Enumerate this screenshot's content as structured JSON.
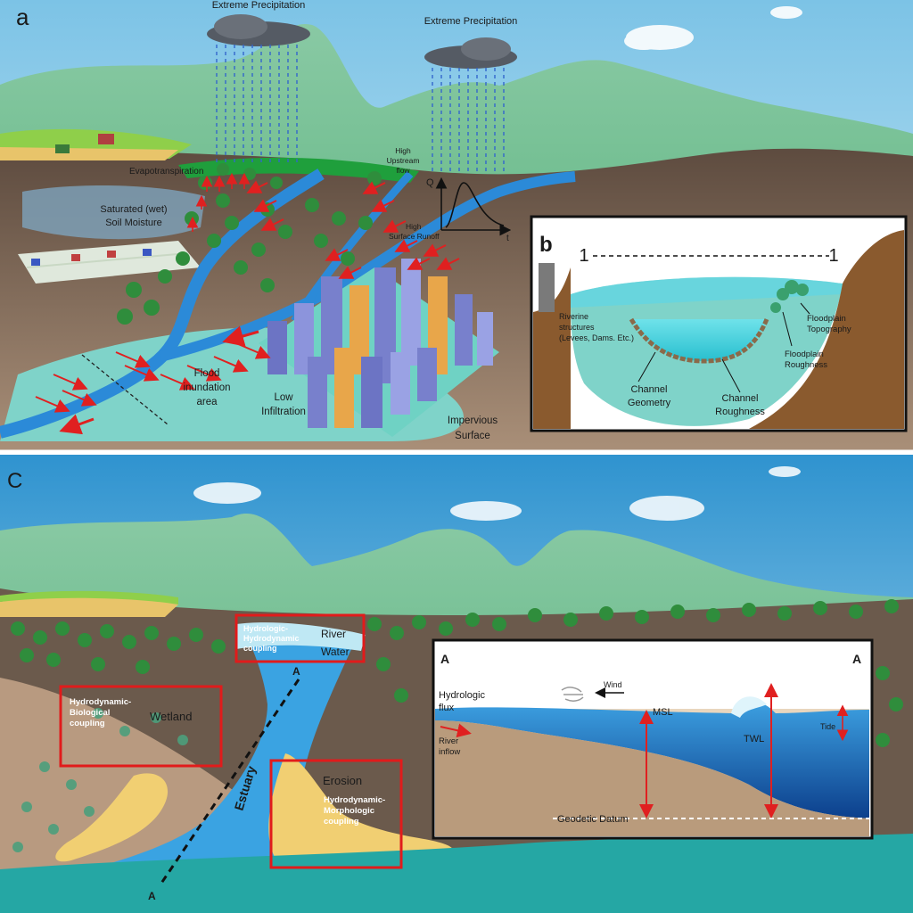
{
  "panel_a": {
    "letter": "a",
    "precip_left": "Extreme Precipitation",
    "precip_right": "Extreme Precipitation",
    "evapotranspiration": "Evapotranspiration",
    "saturated_1": "Saturated (wet)",
    "saturated_2": "Soil Moisture",
    "upstream_1": "High",
    "upstream_2": "Upstream",
    "upstream_3": "flow",
    "runoff_1": "High",
    "runoff_2": "Surface Runoff",
    "axis_q": "Q",
    "axis_t": "t",
    "flood_1": "Flood",
    "flood_2": "inundation",
    "flood_3": "area",
    "infil_1": "Low",
    "infil_2": "Infiltration",
    "imperv_1": "Impervious",
    "imperv_2": "Surface"
  },
  "panel_b": {
    "letter": "b",
    "section_left": "1",
    "section_right": "1",
    "riverine_1": "Riverine",
    "riverine_2": "structures",
    "riverine_3": "(Levees, Dams. Etc.)",
    "geometry_1": "Channel",
    "geometry_2": "Geometry",
    "rough_1": "Channel",
    "rough_2": "Roughness",
    "fp_topo_1": "Floodplain",
    "fp_topo_2": "Topography",
    "fp_rough_1": "Floodplain",
    "fp_rough_2": "Roughness"
  },
  "panel_c": {
    "letter": "C",
    "hh_1": "Hydrologic-",
    "hh_2": "Hydrodynamic",
    "hh_3": "coupling",
    "river_1": "River",
    "river_2": "Water",
    "hb_1": "Hydrodynamic-",
    "hb_2": "Biological",
    "hb_3": "coupling",
    "wetland": "Wetland",
    "estuary": "Estuary",
    "erosion": "Erosion",
    "hm_1": "Hydrodynamic-",
    "hm_2": "Morphologic",
    "hm_3": "coupling",
    "a_top": "A",
    "a_bottom": "A"
  },
  "inset": {
    "a_left": "A",
    "a_right": "A",
    "flux_1": "Hydrologic",
    "flux_2": "flux",
    "wind": "Wind",
    "msl": "MSL",
    "twl": "TWL",
    "tide": "Tide",
    "inflow_1": "River",
    "inflow_2": "inflow",
    "datum": "Geodetic Datum"
  },
  "colors": {
    "sky": "#a8d6ee",
    "mountain": "#6cbf8a",
    "grass": "#2e8b3a",
    "soil": "#6e5a4c",
    "river": "#2b8ad8",
    "flood": "#7fd3c9",
    "sand": "#f1cf72",
    "ocean": "#25a7a4",
    "arrow_red": "#e02020",
    "box_red": "#e11b1b"
  }
}
